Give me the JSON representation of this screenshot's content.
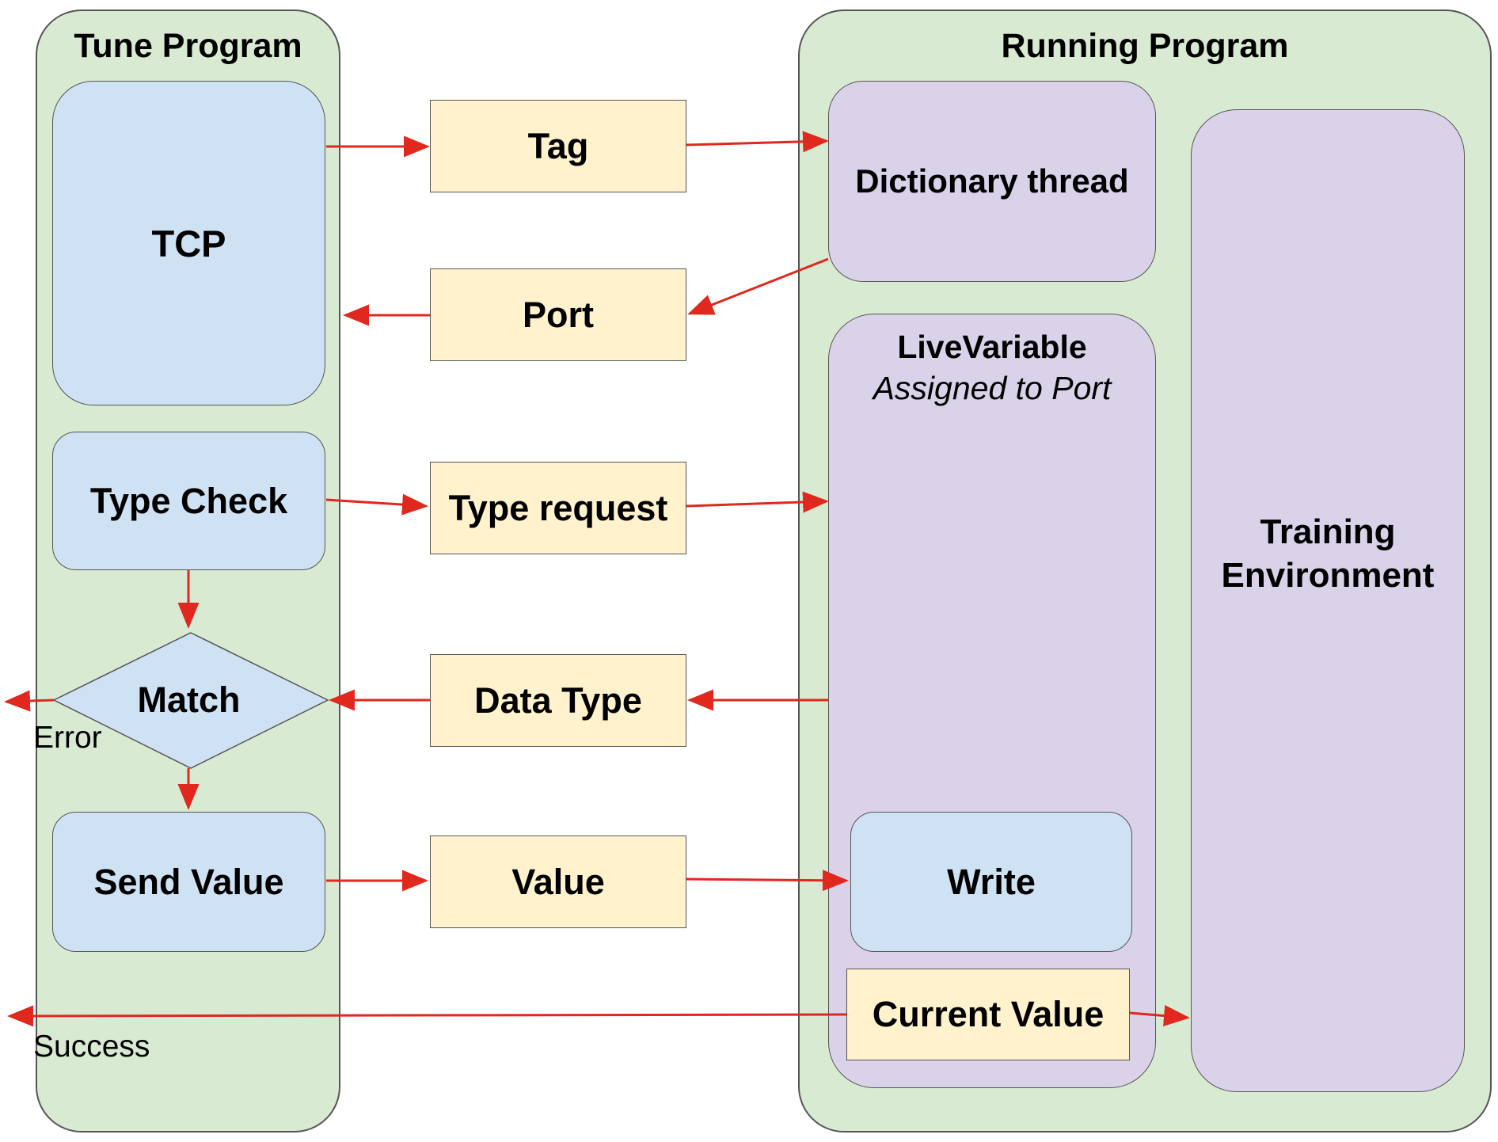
{
  "containers": {
    "tune_program": "Tune Program",
    "running_program": "Running Program"
  },
  "tune_nodes": {
    "tcp": "TCP",
    "type_check": "Type Check",
    "match": "Match",
    "send_value": "Send Value"
  },
  "messages": {
    "tag": "Tag",
    "port": "Port",
    "type_request": "Type request",
    "data_type": "Data Type",
    "value": "Value"
  },
  "running_nodes": {
    "dictionary_thread": "Dictionary thread",
    "live_variable_title": "LiveVariable",
    "live_variable_subtitle": "Assigned to Port",
    "write": "Write",
    "current_value": "Current Value",
    "training_environment": "Training Environment"
  },
  "edge_labels": {
    "error": "Error",
    "success": "Success"
  },
  "colors": {
    "container_fill": "#d9ead3",
    "process_fill": "#cfe2f3",
    "running_fill": "#d9d2e9",
    "message_fill": "#fff2cc",
    "arrow": "#e0281e"
  }
}
